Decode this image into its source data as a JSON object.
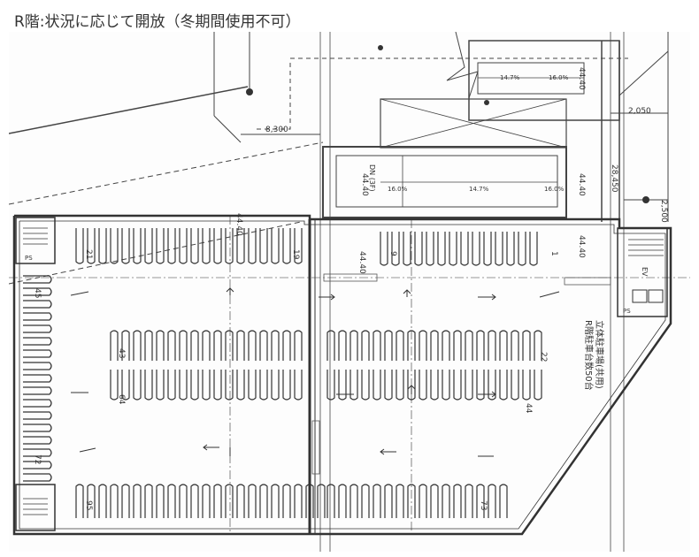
{
  "caption": "R階:状況に応じて開放（冬期間使用不可）",
  "dimensions": {
    "d1": "8,300",
    "d2": "2,050",
    "d3": "28,450",
    "d4": "2,500"
  },
  "levels": {
    "l1": "44.40",
    "l2": "44.40",
    "l3": "44.40",
    "l4": "44.40",
    "l5": "44.40",
    "l6": "44.40"
  },
  "slopes": {
    "s1": "14.7%",
    "s2": "16.0%",
    "s3": "16.0%",
    "s4": "14.7%",
    "s5": "16.0%"
  },
  "ramp_label": "DN (3F)",
  "labels": {
    "stall_21": "21",
    "stall_19": "19",
    "stall_9": "9",
    "stall_1": "1",
    "stall_45": "45",
    "stall_43": "43",
    "stall_64": "64",
    "stall_22": "22",
    "stall_44": "44",
    "stall_72": "72",
    "stall_95": "95",
    "stall_73": "73",
    "ev": "EV",
    "ps": "PS",
    "note_line1": "立体駐車場(共用)",
    "note_line2": "R階駐車台数50台"
  }
}
